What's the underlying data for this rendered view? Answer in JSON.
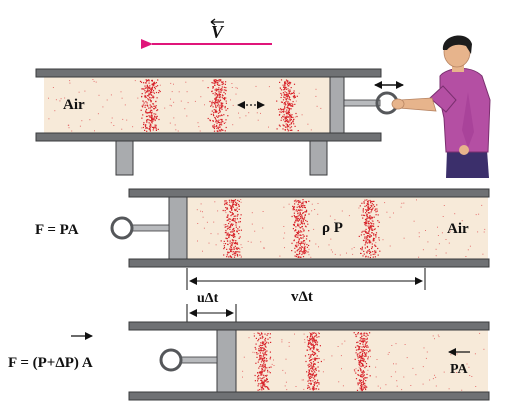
{
  "colors": {
    "air": "#f7ead9",
    "pulse": "#d8232a",
    "pipe": "#6f7174",
    "pipe_edge": "#3a3b3d",
    "piston": "#a9abae",
    "velocity_arrow": "#e0157a",
    "shirt": "#b44fa3",
    "skin": "#e7b48c",
    "trousers": "#3b2f6b",
    "hair": "#1c1c1c"
  },
  "panel_top": {
    "velocity_label": "V",
    "air_label": "Air"
  },
  "panel_middle": {
    "force_label": "F = PA",
    "state_label": "ρ P",
    "air_label": "Air",
    "length_label": "vΔt"
  },
  "panel_bottom": {
    "displacement_label": "uΔt",
    "force_label": "F = (P+ΔP) A",
    "pressure_label": "PA"
  }
}
